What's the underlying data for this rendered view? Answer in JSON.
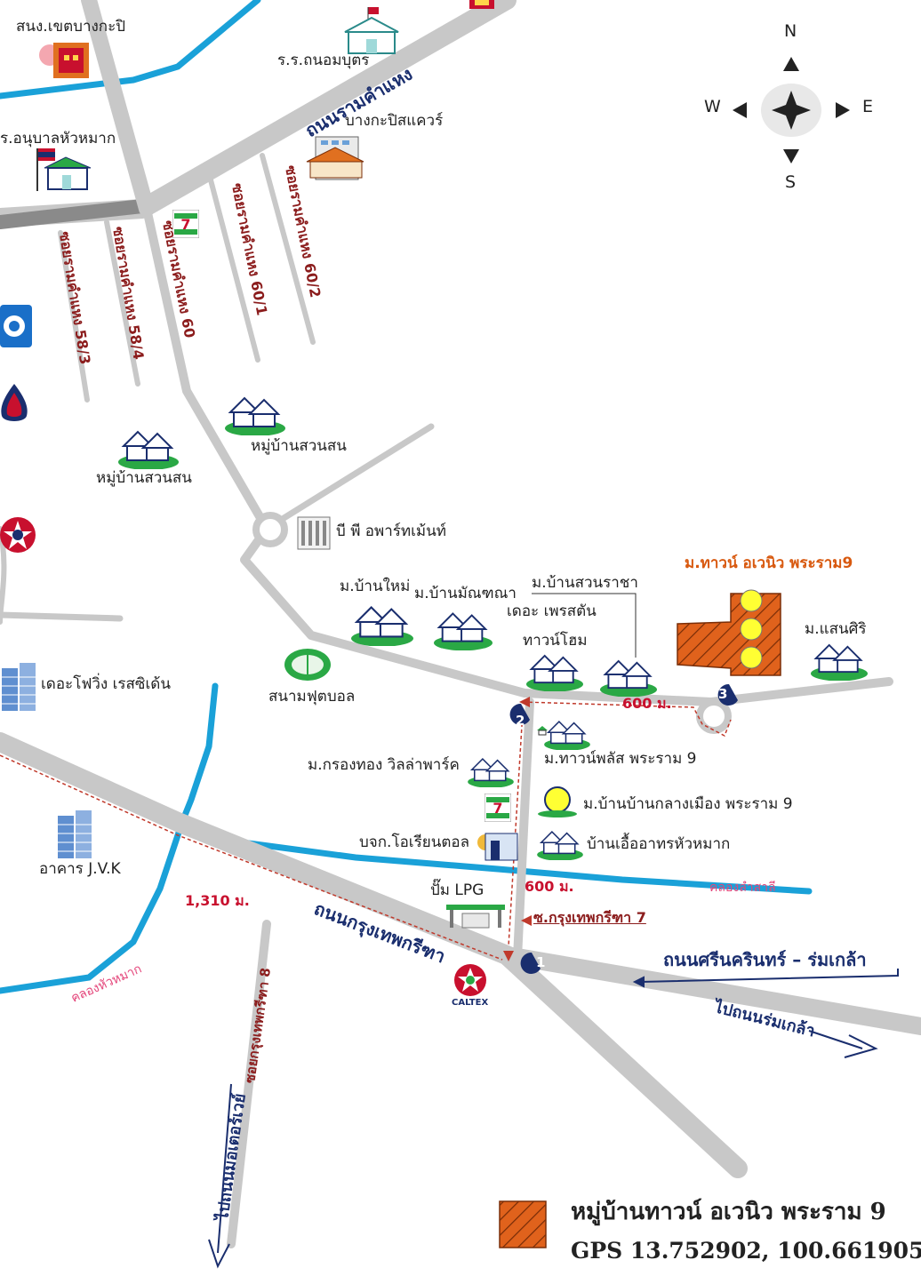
{
  "map": {
    "compass": {
      "n": "N",
      "s": "S",
      "e": "E",
      "w": "W"
    },
    "roads": {
      "ramkhamhaeng": "ถนนรามคำแหง",
      "krungthep_kreetha": "ถนนกรุงเทพกรีฑา",
      "srinakarin": "ถนนศรีนครินทร์ – ร่มเกล้า",
      "to_romklao": "ไปถนนร่มเกล้า",
      "to_motorway": "ไปถนนมอเตอร์เวย์",
      "soi_kt8": "ซอยกรุงเทพกรีฑา 8",
      "soi_kt7": "ซ.กรุงเทพกรีฑา 7",
      "soi_58_3": "ซอยรามคำแหง 58/3",
      "soi_58_4": "ซอยรามคำแหง 58/4",
      "soi_60": "ซอยรามคำแหง 60",
      "soi_60_1": "ซอยรามคำแหง 60/1",
      "soi_60_2": "ซอยรามคำแหง 60/2"
    },
    "canals": {
      "lam_sali": "คลองลำสาลี",
      "hua_mak": "คลองหัวหมาก"
    },
    "distances": {
      "d600a": "600 ม.",
      "d600b": "600 ม.",
      "d1310": "1,310 ม."
    },
    "markers": {
      "m1": "1",
      "m2": "2",
      "m3": "3"
    },
    "places": {
      "district_office": "สนง.เขตบางกะปิ",
      "school_thanom": "ร.ร.ถนอมบุตร",
      "kindergarten": "ร.อนุบาลหัวหมาก",
      "bangkapi_square": "บางกะปิสแควร์",
      "village_suanson_1": "หมู่บ้านสวนสน",
      "village_suanson_2": "หมู่บ้านสวนสน",
      "bp_apartment": "บี พี อพาร์ทเม้นท์",
      "target": "ม.ทาวน์ อเวนิว พระราม9",
      "baan_mai": "ม.บ้านใหม่",
      "baan_montana": "ม.บ้านมัณฑณา",
      "baan_suan_racha": "ม.บ้านสวนราชา",
      "the_preston": "เดอะ เพรสตัน",
      "town_home": "ทาวน์โฮม",
      "saensiri": "ม.แสนศิริ",
      "the_flowing": "เดอะโฟวิ่ง เรสซิเด้น",
      "football": "สนามฟุตบอล",
      "town_plus": "ม.ทาวน์พลัส พระราม 9",
      "krongthong": "ม.กรองทอง วิลล่าพาร์ค",
      "baan_klang_muang": "ม.บ้านบ้านกลางเมือง พระราม 9",
      "oriental": "บจก.โอเรียนตอล",
      "uea_arthorn": "บ้านเอื้ออาทรหัวหมาก",
      "jvk": "อาคาร J.V.K",
      "lpg": "ปั๊ม LPG",
      "caltex": "CALTEX"
    },
    "legend": {
      "title": "หมู่บ้านทาวน์ อเวนิว พระราม 9",
      "gps": "GPS 13.752902, 100.661905"
    },
    "colors": {
      "road": "#c8c8c8",
      "canal": "#1aa1d8",
      "target": "#e0621c",
      "marker": "#1a2e6e",
      "distance": "#c0392b"
    }
  }
}
